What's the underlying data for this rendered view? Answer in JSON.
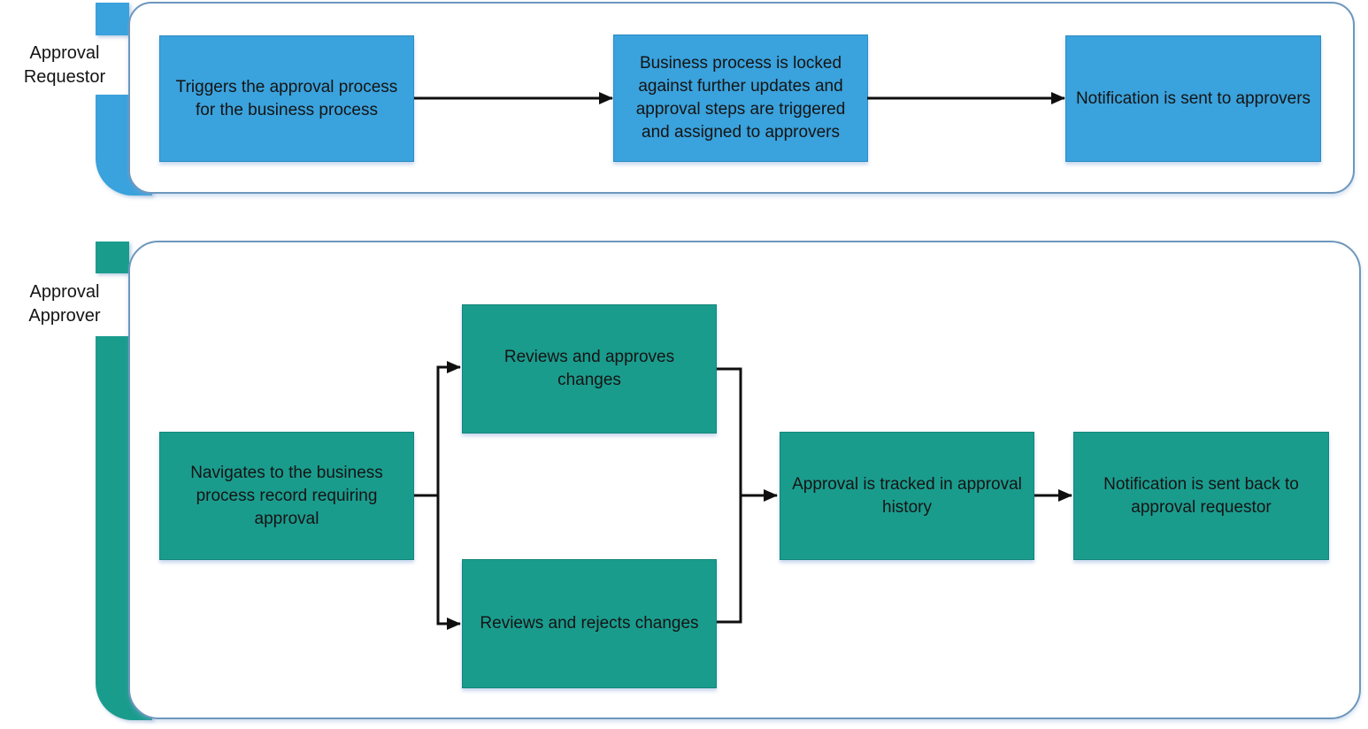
{
  "diagram": {
    "type": "swimlane-flowchart",
    "lanes": [
      {
        "id": "approval-requestor",
        "label": "Approval Requestor",
        "steps": [
          {
            "id": "triggers-approval",
            "text": "Triggers the approval process for the business process"
          },
          {
            "id": "process-locked",
            "text": "Business process is locked against further updates and approval steps are triggered and assigned to approvers"
          },
          {
            "id": "notify-approvers",
            "text": "Notification is sent to approvers"
          }
        ]
      },
      {
        "id": "approval-approver",
        "label": "Approval Approver",
        "steps": [
          {
            "id": "navigates-to-record",
            "text": "Navigates to the business process record requiring approval"
          },
          {
            "id": "reviews-approves",
            "text": "Reviews and approves changes"
          },
          {
            "id": "reviews-rejects",
            "text": "Reviews and rejects changes"
          },
          {
            "id": "approval-tracked",
            "text": "Approval is tracked in approval history"
          },
          {
            "id": "notify-requestor",
            "text": "Notification is sent back to approval requestor"
          }
        ]
      }
    ],
    "connections": [
      {
        "from": "triggers-approval",
        "to": "process-locked"
      },
      {
        "from": "process-locked",
        "to": "notify-approvers"
      },
      {
        "from": "navigates-to-record",
        "to": "reviews-approves"
      },
      {
        "from": "navigates-to-record",
        "to": "reviews-rejects"
      },
      {
        "from": "reviews-approves",
        "to": "approval-tracked"
      },
      {
        "from": "reviews-rejects",
        "to": "approval-tracked"
      },
      {
        "from": "approval-tracked",
        "to": "notify-requestor"
      }
    ],
    "colors": {
      "requestor_fill": "#3AA2DC",
      "approver_fill": "#1A9C8D",
      "lane_border": "#6D97BD",
      "arrow": "#0F0F0F",
      "text": "#141414"
    }
  }
}
